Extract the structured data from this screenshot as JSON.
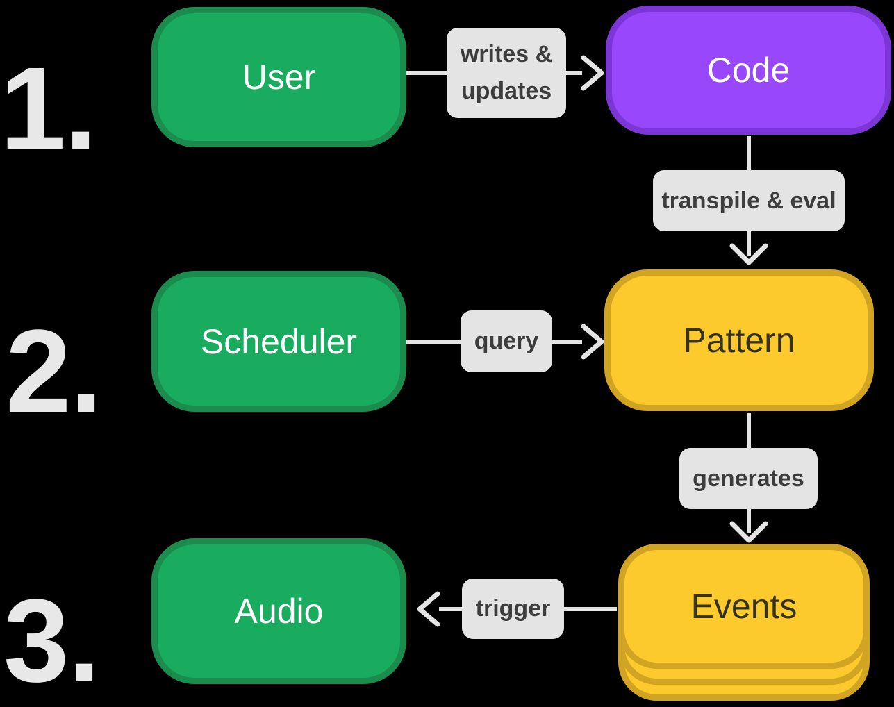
{
  "steps": [
    {
      "number": "1."
    },
    {
      "number": "2."
    },
    {
      "number": "3."
    }
  ],
  "nodes": {
    "user": {
      "label": "User"
    },
    "code": {
      "label": "Code"
    },
    "scheduler": {
      "label": "Scheduler"
    },
    "pattern": {
      "label": "Pattern"
    },
    "audio": {
      "label": "Audio"
    },
    "events": {
      "label": "Events"
    }
  },
  "edges": {
    "writes": {
      "label": "writes &\nupdates"
    },
    "transpile": {
      "label": "transpile & eval"
    },
    "query": {
      "label": "query"
    },
    "generates": {
      "label": "generates"
    },
    "trigger": {
      "label": "trigger"
    }
  },
  "colors": {
    "background": "#000000",
    "green_fill": "#19ac5e",
    "green_border": "#1b8c4d",
    "purple_fill": "#9847fa",
    "purple_border": "#7c36d6",
    "yellow_fill": "#fdca2e",
    "yellow_border": "#d2a423",
    "label_bg": "#e4e4e4",
    "label_text": "#3d3d3d",
    "arrow": "#e4e4e4",
    "node_text_light": "#ffffff",
    "node_text_dark": "#35321f",
    "step_number": "#e8e8e8"
  }
}
